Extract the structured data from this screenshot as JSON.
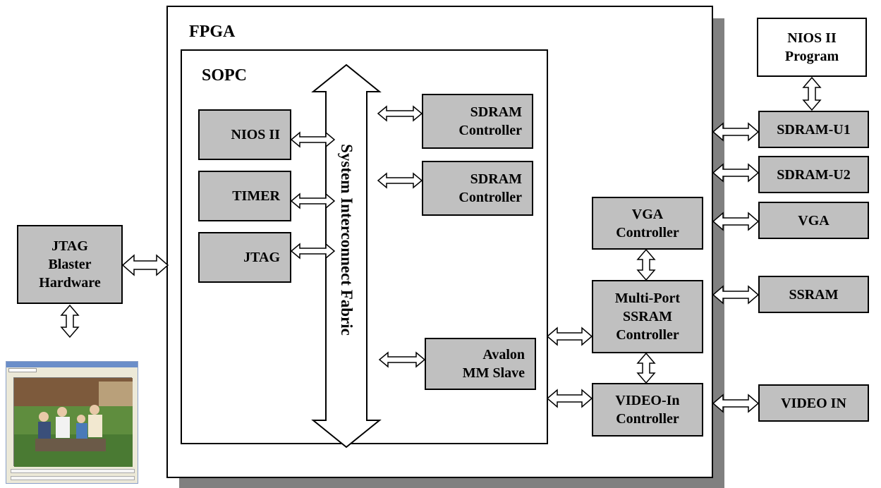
{
  "fpga_label": "FPGA",
  "sopc_label": "SOPC",
  "bus_label": "System Interconnect Fabric",
  "sopc_blocks": {
    "nios": "NIOS II",
    "timer": "TIMER",
    "jtag": "JTAG",
    "sdram_ctrl_1": [
      "SDRAM",
      "Controller"
    ],
    "sdram_ctrl_2": [
      "SDRAM",
      "Controller"
    ],
    "avalon": [
      "Avalon",
      "MM Slave"
    ]
  },
  "fpga_blocks": {
    "vga_ctrl": [
      "VGA",
      "Controller"
    ],
    "sram_ctrl": [
      "Multi-Port",
      "SSRAM",
      "Controller"
    ],
    "video_ctrl": [
      "VIDEO-In",
      "Controller"
    ]
  },
  "external": {
    "nios_program": [
      "NIOS II",
      "Program"
    ],
    "sdram_u1": "SDRAM-U1",
    "sdram_u2": "SDRAM-U2",
    "vga": "VGA",
    "ssram": "SSRAM",
    "video_in": "VIDEO IN",
    "jtag_blaster": [
      "JTAG",
      "Blaster",
      "Hardware"
    ]
  }
}
